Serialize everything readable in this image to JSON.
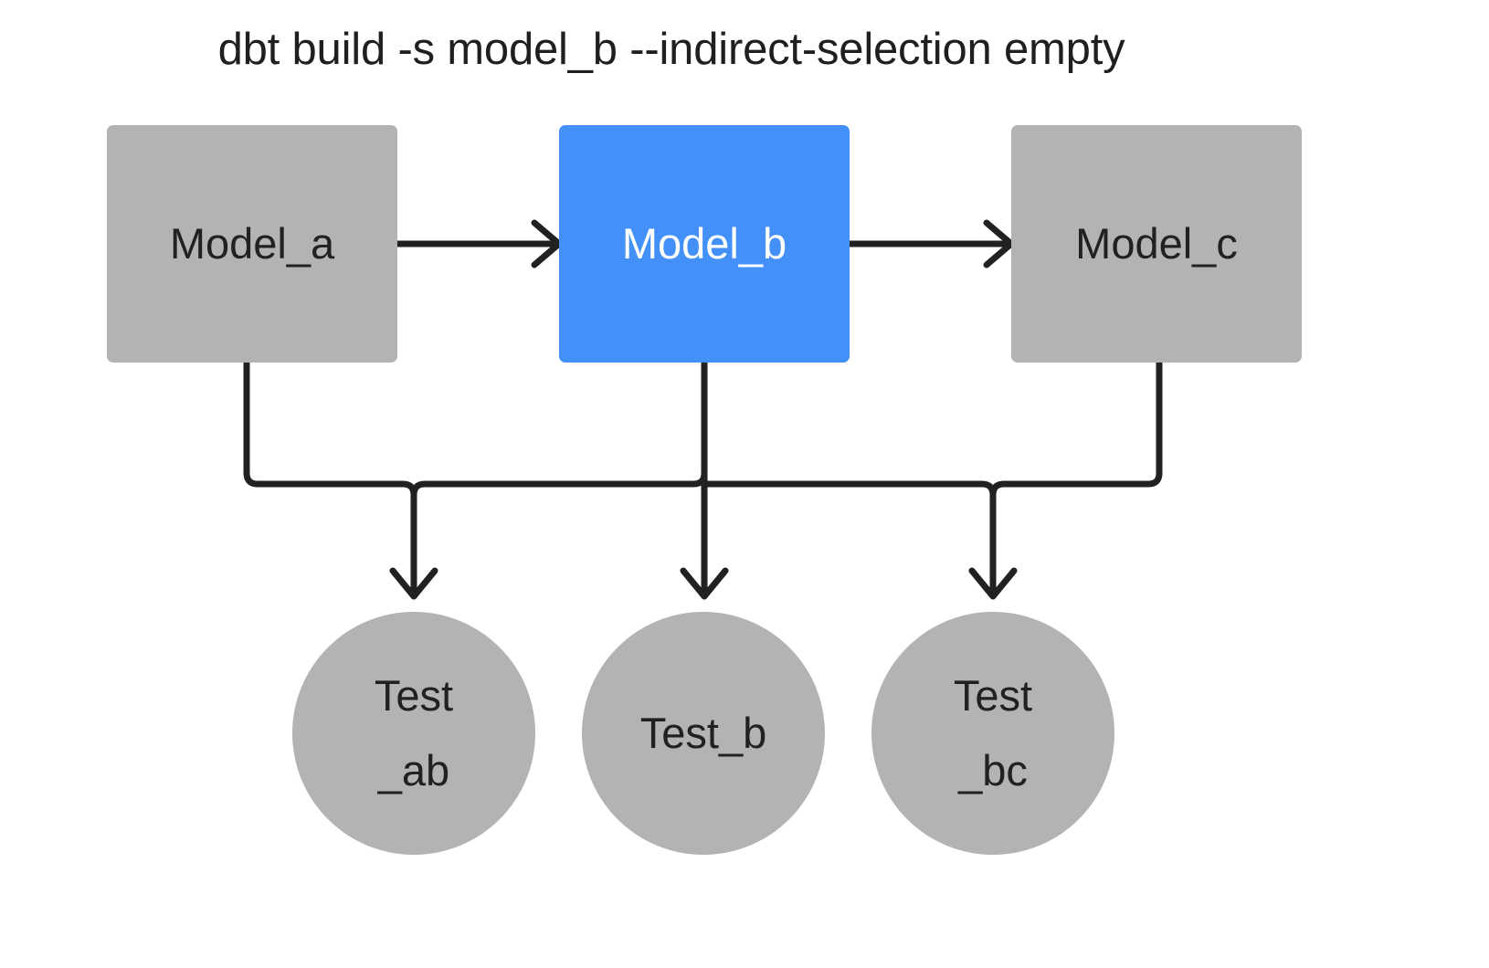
{
  "title": "dbt build -s model_b --indirect-selection empty",
  "colors": {
    "background": "#ffffff",
    "node_gray": "#b3b3b3",
    "node_selected_blue": "#4391f8",
    "edge_stroke": "#212121",
    "text_dark": "#212121",
    "text_light": "#ffffff"
  },
  "nodes": {
    "models": [
      {
        "id": "model_a",
        "label": "Model_a",
        "shape": "rect",
        "state": "unselected"
      },
      {
        "id": "model_b",
        "label": "Model_b",
        "shape": "rect",
        "state": "selected"
      },
      {
        "id": "model_c",
        "label": "Model_c",
        "shape": "rect",
        "state": "unselected"
      }
    ],
    "tests": [
      {
        "id": "test_ab",
        "label": "Test\n_ab",
        "shape": "circle",
        "state": "unselected"
      },
      {
        "id": "test_b",
        "label": "Test_b",
        "shape": "circle",
        "state": "unselected"
      },
      {
        "id": "test_bc",
        "label": "Test\n_bc",
        "shape": "circle",
        "state": "unselected"
      }
    ]
  },
  "edges": [
    {
      "from": "model_a",
      "to": "model_b",
      "style": "straight-arrow"
    },
    {
      "from": "model_b",
      "to": "model_c",
      "style": "straight-arrow"
    },
    {
      "from": "model_a",
      "to": "test_ab",
      "style": "elbow-arrow"
    },
    {
      "from": "model_b",
      "to": "test_ab",
      "style": "elbow-arrow"
    },
    {
      "from": "model_b",
      "to": "test_b",
      "style": "straight-arrow"
    },
    {
      "from": "model_b",
      "to": "test_bc",
      "style": "elbow-arrow"
    },
    {
      "from": "model_c",
      "to": "test_bc",
      "style": "elbow-arrow"
    }
  ]
}
